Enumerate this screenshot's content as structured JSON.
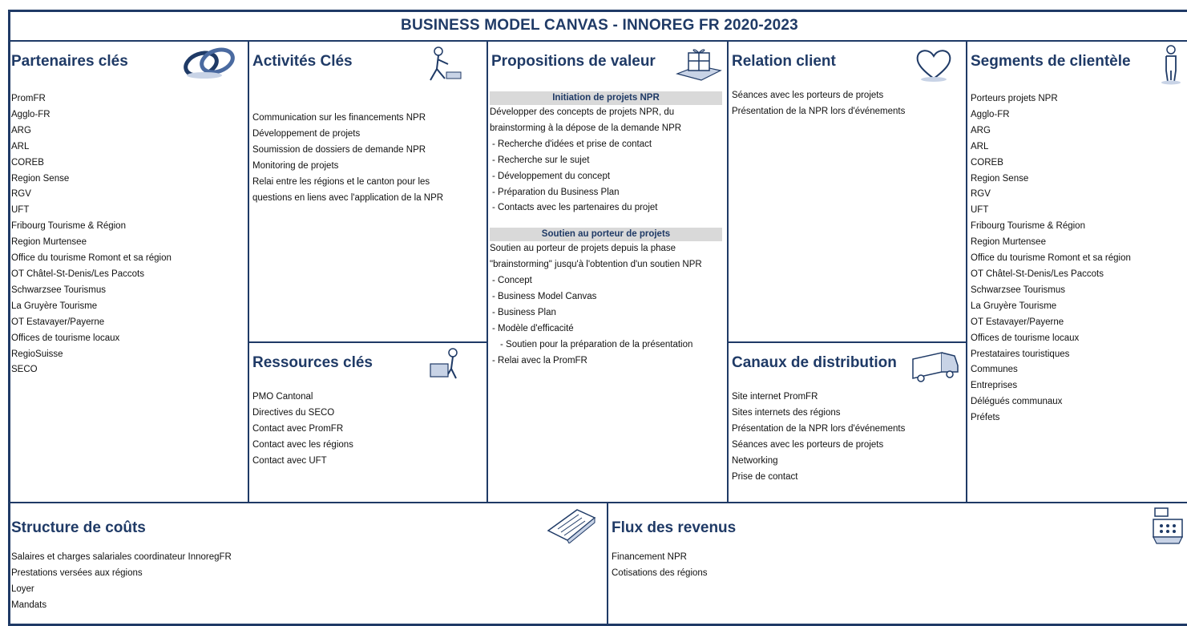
{
  "title": "BUSINESS MODEL CANVAS - INNOREG FR 2020-2023",
  "partners": {
    "heading": "Partenaires clés",
    "icon": "chain-link-icon",
    "items": [
      "PromFR",
      "Agglo-FR",
      "ARG",
      "ARL",
      "COREB",
      "Region Sense",
      "RGV",
      "UFT",
      "Fribourg Tourisme & Région",
      "Region Murtensee",
      "Office du tourisme Romont et sa région",
      "OT Châtel-St-Denis/Les Paccots",
      "Schwarzsee Tourismus",
      "La Gruyère Tourisme",
      "OT Estavayer/Payerne",
      "Offices de tourisme locaux",
      "RegioSuisse",
      "SECO"
    ]
  },
  "activities": {
    "heading": "Activités Clés",
    "icon": "worker-icon",
    "items": [
      "Communication sur les financements NPR",
      "Développement de projets",
      "Soumission de dossiers de demande NPR",
      "Monitoring de projets",
      "Relai entre les régions et le canton pour les",
      "questions en liens avec l'application de la NPR"
    ]
  },
  "resources": {
    "heading": "Ressources clés",
    "icon": "worker-box-icon",
    "items": [
      "PMO Cantonal",
      "Directives du SECO",
      "Contact avec PromFR",
      "Contact avec les régions",
      "Contact avec UFT"
    ]
  },
  "value": {
    "heading": "Propositions de valeur",
    "icon": "gift-icon",
    "section1": {
      "title": "Initiation de projets NPR",
      "para": [
        "Développer des concepts de projets NPR, du",
        "brainstorming à la dépose de la demande NPR"
      ],
      "items": [
        "- Recherche d'idées et prise de contact",
        "- Recherche sur le sujet",
        "- Développement du concept",
        "- Préparation du Business Plan",
        "- Contacts avec les partenaires du projet"
      ]
    },
    "section2": {
      "title": "Soutien au porteur de projets",
      "para": [
        "Soutien au porteur de projets depuis la phase",
        "\"brainstorming\" jusqu'à l'obtention d'un soutien NPR"
      ],
      "items": [
        "- Concept",
        "- Business Model Canvas",
        "- Business Plan",
        "- Modèle d'efficacité"
      ],
      "sub": "- Soutien pour la préparation de la présentation",
      "last": "- Relai avec la PromFR"
    }
  },
  "relation": {
    "heading": "Relation client",
    "icon": "heart-icon",
    "items": [
      "Séances avec les porteurs de projets",
      "Présentation de la NPR lors d'événements"
    ]
  },
  "channels": {
    "heading": "Canaux de distribution",
    "icon": "truck-icon",
    "items": [
      "Site internet PromFR",
      "Sites internets des régions",
      "Présentation de la NPR lors d'événements",
      "Séances avec les porteurs de projets",
      "Networking",
      "Prise de contact"
    ]
  },
  "segments": {
    "heading": "Segments de clientèle",
    "icon": "person-icon",
    "items": [
      "Porteurs projets NPR",
      "Agglo-FR",
      "ARG",
      "ARL",
      "COREB",
      "Region Sense",
      "RGV",
      "UFT",
      "Fribourg Tourisme & Région",
      "Region Murtensee",
      "Office du tourisme Romont et sa région",
      "OT Châtel-St-Denis/Les Paccots",
      "Schwarzsee Tourismus",
      "La Gruyère Tourisme",
      "OT Estavayer/Payerne",
      "Offices de tourisme locaux",
      "Prestataires touristiques",
      "Communes",
      "Entreprises",
      "Délégués communaux",
      "Préfets"
    ]
  },
  "costs": {
    "heading": "Structure de coûts",
    "icon": "document-icon",
    "items": [
      "Salaires et charges salariales coordinateur InnoregFR",
      "Prestations versées aux régions",
      "Loyer",
      "Mandats"
    ]
  },
  "revenues": {
    "heading": "Flux des revenus",
    "icon": "cash-register-icon",
    "items": [
      "Financement NPR",
      "Cotisations des régions"
    ]
  },
  "colors": {
    "primary": "#1f3a66",
    "shade": "#d9d9d9"
  }
}
